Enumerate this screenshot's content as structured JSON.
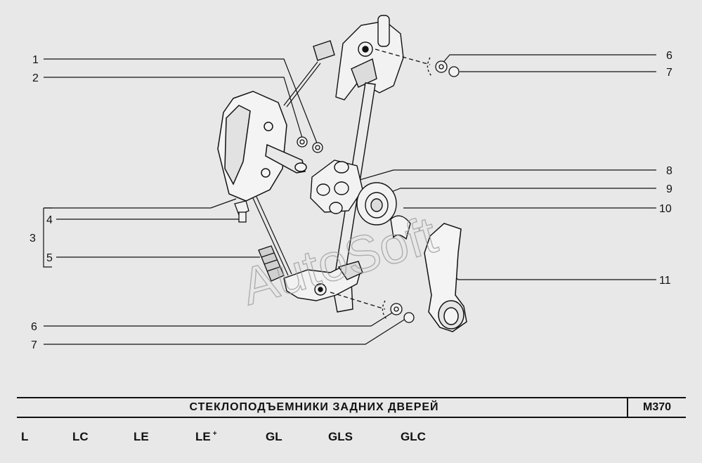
{
  "diagram": {
    "callouts": [
      {
        "id": "c1-left",
        "label": "1"
      },
      {
        "id": "c2-left",
        "label": "2"
      },
      {
        "id": "c3-left",
        "label": "3"
      },
      {
        "id": "c4-left",
        "label": "4"
      },
      {
        "id": "c5-left",
        "label": "5"
      },
      {
        "id": "c6-left",
        "label": "6"
      },
      {
        "id": "c7-left",
        "label": "7"
      },
      {
        "id": "c6-right",
        "label": "6"
      },
      {
        "id": "c7-right",
        "label": "7"
      },
      {
        "id": "c8-right",
        "label": "8"
      },
      {
        "id": "c9-right",
        "label": "9"
      },
      {
        "id": "c10-right",
        "label": "10"
      },
      {
        "id": "c11-right",
        "label": "11"
      }
    ],
    "watermark": "AutoSoft"
  },
  "footer": {
    "title": "СТЕКЛОПОДЪЕМНИКИ  ЗАДНИХ  ДВЕРЕЙ",
    "code": "M370",
    "models": [
      {
        "label": "L",
        "sup": ""
      },
      {
        "label": "LC",
        "sup": ""
      },
      {
        "label": "LE",
        "sup": ""
      },
      {
        "label": "LE",
        "sup": "+"
      },
      {
        "label": "GL",
        "sup": ""
      },
      {
        "label": "GLS",
        "sup": ""
      },
      {
        "label": "GLC",
        "sup": ""
      }
    ]
  },
  "colors": {
    "background": "#e8e8e8",
    "ink": "#111111",
    "watermark": "#9a9a9a"
  }
}
